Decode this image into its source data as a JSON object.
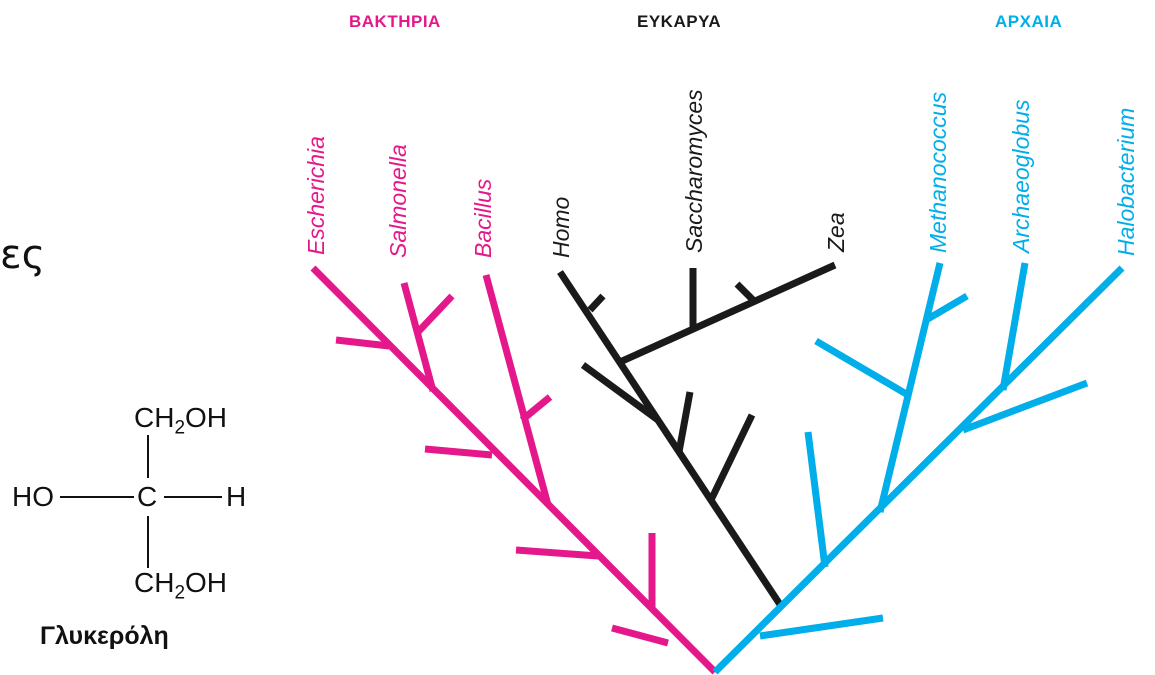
{
  "colors": {
    "bacteria": "#e5188b",
    "eukarya": "#1a1a1a",
    "archaea": "#00aee9"
  },
  "left_text": "ες",
  "groups": {
    "bacteria": "ΒΑΚΤΗΡΙΑ",
    "eukarya": "ΕΥΚΑΡΥΑ",
    "archaea": "ΑΡΧΑΙΑ"
  },
  "species": {
    "escherichia": "Escherichia",
    "salmonella": "Salmonella",
    "bacillus": "Bacillus",
    "homo": "Homo",
    "saccharomyces": "Saccharomyces",
    "zea": "Zea",
    "methanococcus": "Methanococcus",
    "archaeoglobus": "Archaeoglobus",
    "halobacterium": "Halobacterium"
  },
  "glycerol": {
    "top_group": "CH",
    "top_sub": "2",
    "top_tail": "OH",
    "left_group": "HO",
    "center_atom": "C",
    "right_atom": "H",
    "bottom_group": "CH",
    "bottom_sub": "2",
    "bottom_tail": "OH",
    "caption": "Γλυκερόλη"
  }
}
